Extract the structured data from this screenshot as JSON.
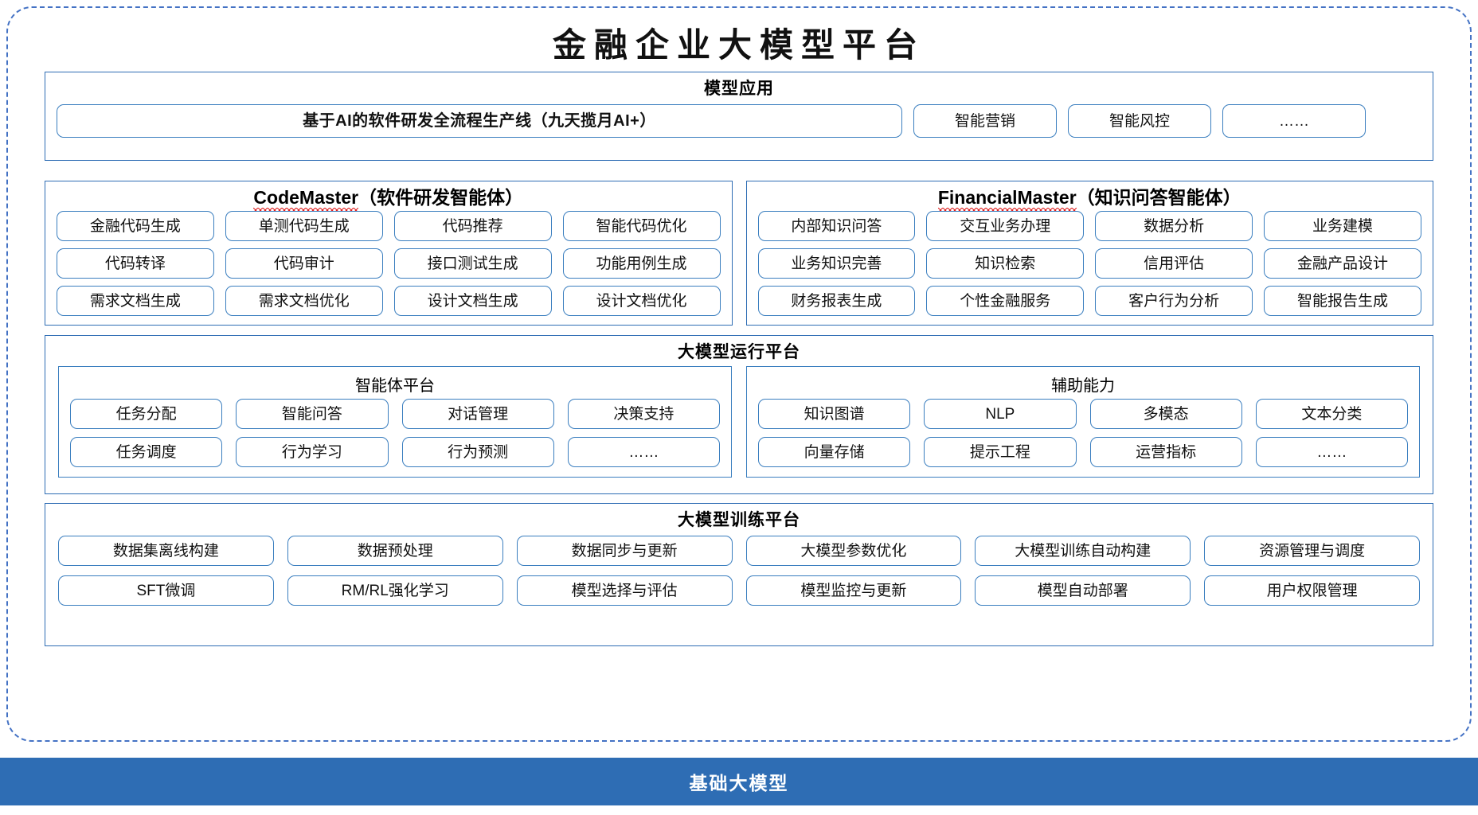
{
  "title": "金融企业大模型平台",
  "sections": {
    "model_application": {
      "title": "模型应用",
      "flagship": "基于AI的软件研发全流程生产线（九天揽月AI+）",
      "items": [
        "智能营销",
        "智能风控",
        "……"
      ]
    },
    "agents": [
      {
        "name_en": "CodeMaster",
        "name_cn": "（软件研发智能体）",
        "spellcheck": true,
        "items": [
          "金融代码生成",
          "单测代码生成",
          "代码推荐",
          "智能代码优化",
          "代码转译",
          "代码审计",
          "接口测试生成",
          "功能用例生成",
          "需求文档生成",
          "需求文档优化",
          "设计文档生成",
          "设计文档优化"
        ]
      },
      {
        "name_en": "FinancialMaster",
        "name_cn": "（知识问答智能体）",
        "spellcheck": true,
        "items": [
          "内部知识问答",
          "交互业务办理",
          "数据分析",
          "业务建模",
          "业务知识完善",
          "知识检索",
          "信用评估",
          "金融产品设计",
          "财务报表生成",
          "个性金融服务",
          "客户行为分析",
          "智能报告生成"
        ]
      }
    ],
    "runtime_platform": {
      "title": "大模型运行平台",
      "groups": [
        {
          "title": "智能体平台",
          "items": [
            "任务分配",
            "智能问答",
            "对话管理",
            "决策支持",
            "任务调度",
            "行为学习",
            "行为预测",
            "……"
          ]
        },
        {
          "title": "辅助能力",
          "items": [
            "知识图谱",
            "NLP",
            "多模态",
            "文本分类",
            "向量存储",
            "提示工程",
            "运营指标",
            "……"
          ]
        }
      ]
    },
    "training_platform": {
      "title": "大模型训练平台",
      "items": [
        "数据集离线构建",
        "数据预处理",
        "数据同步与更新",
        "大模型参数优化",
        "大模型训练自动构建",
        "资源管理与调度",
        "SFT微调",
        "RM/RL强化学习",
        "模型选择与评估",
        "模型监控与更新",
        "模型自动部署",
        "用户权限管理"
      ]
    },
    "foundation": {
      "label": "基础大模型"
    }
  },
  "colors": {
    "accent": "#2e6db4",
    "pill_border": "#3a7ebf",
    "dashed_frame": "#4472c4",
    "spellcheck": "#e02020"
  }
}
